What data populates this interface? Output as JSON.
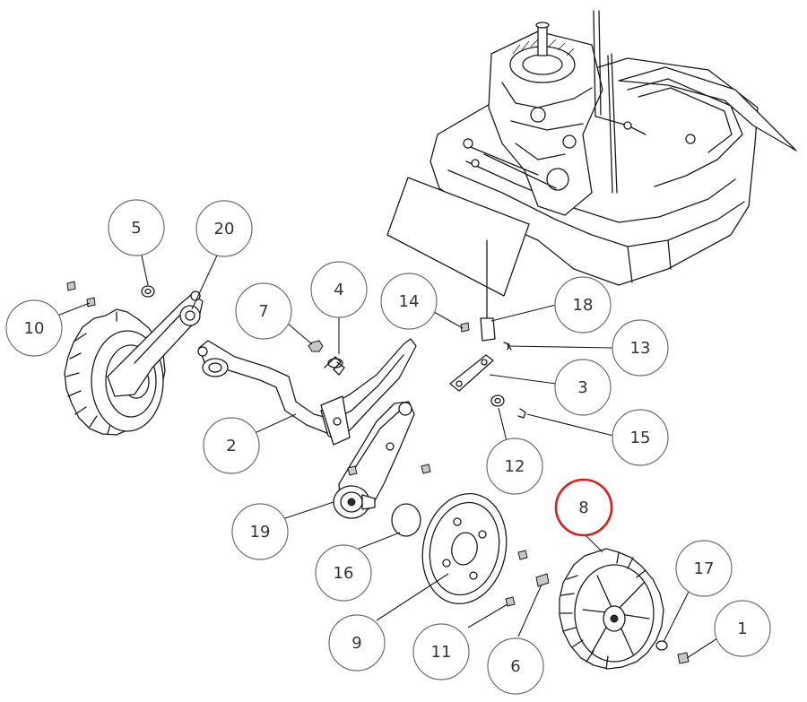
{
  "callouts": [
    {
      "label": "1"
    },
    {
      "label": "2"
    },
    {
      "label": "3"
    },
    {
      "label": "4"
    },
    {
      "label": "5"
    },
    {
      "label": "6"
    },
    {
      "label": "7"
    },
    {
      "label": "8"
    },
    {
      "label": "9"
    },
    {
      "label": "10"
    },
    {
      "label": "11"
    },
    {
      "label": "12"
    },
    {
      "label": "13"
    },
    {
      "label": "14"
    },
    {
      "label": "15"
    },
    {
      "label": "16"
    },
    {
      "label": "17"
    },
    {
      "label": "18"
    },
    {
      "label": "19"
    },
    {
      "label": "20"
    }
  ],
  "highlight": {
    "label": "8",
    "color": "#d42020"
  },
  "colors": {
    "line": "#1a1a1a",
    "bubble_stroke": "#6e6e6e",
    "text": "#333333"
  }
}
